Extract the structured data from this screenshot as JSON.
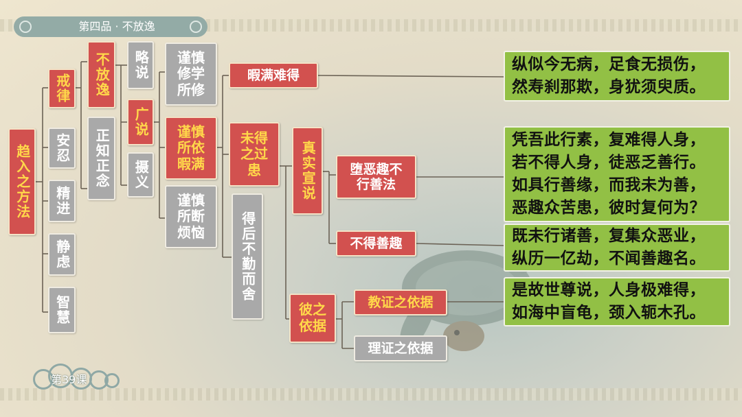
{
  "header": {
    "chapter_title": "第四品 · 不放逸"
  },
  "footer": {
    "lesson": "第39课"
  },
  "nodes": {
    "root": "趋入之方法",
    "jielv": "戒律",
    "anren": "安忍",
    "jingjin": "精进",
    "jinglv": "静虑",
    "zhihui": "智慧",
    "bufangyi": "不放逸",
    "zhengzhi": "正知正念",
    "lueshuo": "略说",
    "guangshuo": "广说",
    "sheyi": "摄义",
    "jinshen_xiu": "谨慎修学所修",
    "jinshen_yi": "谨慎所依暇满",
    "jinshen_duan": "谨慎所断烦恼",
    "xiaman": "暇满难得",
    "weide": "未得之过患",
    "dehou": "得后不勤而舍",
    "zhenshi": "真实宣说",
    "bizhi": "彼之依据",
    "duoe": "堕恶趣不行善法",
    "bude": "不得善趣",
    "jiaozheng": "教证之依据",
    "lizheng": "理证之依据"
  },
  "verses": {
    "v1": [
      "纵似今无病，足食无损伤，",
      "然寿刹那欺，身犹须臾质。"
    ],
    "v2": [
      "凭吾此行素，复难得人身，",
      "若不得人身，徒恶乏善行。",
      "如具行善缘，而我未为善，",
      "恶趣众苦患，彼时复何为？"
    ],
    "v3": [
      "既未行诸善，复集众恶业，",
      "纵历一亿劫，不闻善趣名。"
    ],
    "v4": [
      "是故世尊说，人身极难得，",
      "如海中盲龟，颈入轭木孔。"
    ]
  },
  "colors": {
    "red_box": "#d2514f",
    "gold_text": "#ffd84a",
    "gray_box": "#a9a9a9",
    "green_box": "#92c045",
    "banner": "#93aba6"
  }
}
